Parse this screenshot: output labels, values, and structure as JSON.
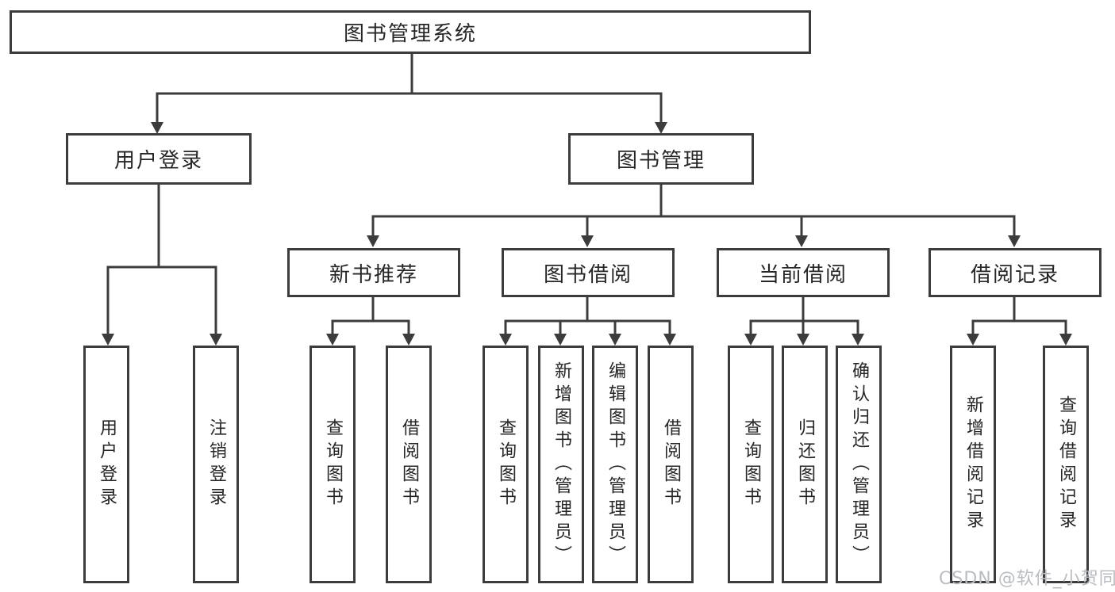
{
  "nodes": {
    "root": "图书管理系统",
    "login": {
      "label": "用户登录",
      "children": [
        "用户登录",
        "注销登录"
      ]
    },
    "mgmt": {
      "label": "图书管理",
      "children": [
        {
          "label": "新书推荐",
          "children": [
            "查询图书",
            "借阅图书"
          ]
        },
        {
          "label": "图书借阅",
          "children": [
            "查询图书",
            "新增图书（管理员）",
            "编辑图书（管理员）",
            "借阅图书"
          ]
        },
        {
          "label": "当前借阅",
          "children": [
            "查询图书",
            "归还图书",
            "确认归还（管理员）"
          ]
        },
        {
          "label": "借阅记录",
          "children": [
            "新增借阅记录",
            "查询借阅记录"
          ]
        }
      ]
    }
  },
  "watermark": "CSDN @软件_小贺同学",
  "colors": {
    "line": "#3c3c3c",
    "text": "#262626",
    "watermark": "#b9bdc2",
    "background": "#ffffff"
  }
}
